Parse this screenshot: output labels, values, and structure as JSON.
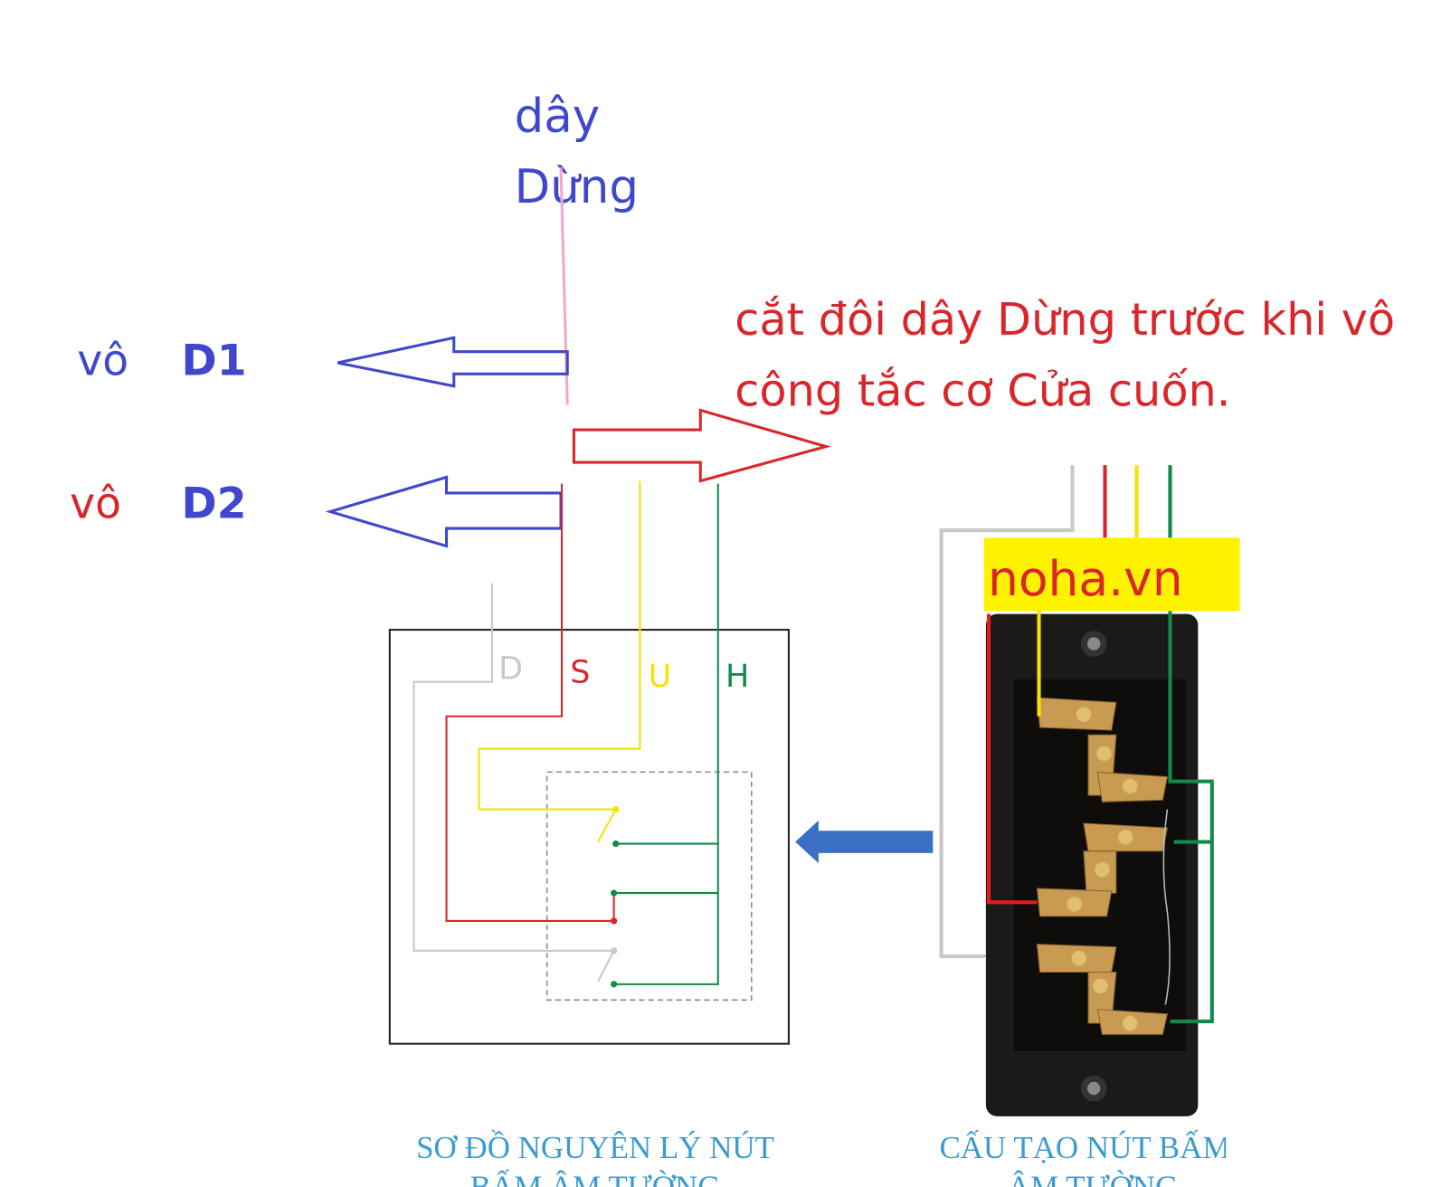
{
  "top_label": {
    "line1": "dây",
    "line2": "Dừng",
    "color": "#3f48cc"
  },
  "outputs": [
    {
      "prefix": "vô",
      "name": "D1",
      "prefix_color": "#3f48cc",
      "name_color": "#3f48cc"
    },
    {
      "prefix": "vô",
      "name": "D2",
      "prefix_color": "#d9262b",
      "name_color": "#3f48cc"
    }
  ],
  "instruction": {
    "line1": "cắt đôi dây Dừng trước khi vô",
    "line2": "công tắc cơ Cửa cuốn.",
    "color": "#d9262b"
  },
  "schematic": {
    "terminals": [
      {
        "label": "D",
        "color": "#c8c8c8"
      },
      {
        "label": "S",
        "color": "#d9262b"
      },
      {
        "label": "U",
        "color": "#f4e400"
      },
      {
        "label": "H",
        "color": "#118a4a"
      }
    ],
    "caption_line1": "SƠ ĐỒ NGUYÊN LÝ NÚT",
    "caption_line2": "BẤM ÂM TƯỜNG"
  },
  "device": {
    "watermark": "noha.vn",
    "watermark_bg": "#fff200",
    "watermark_color": "#d9262b",
    "caption_line1": "CẤU TẠO NÚT BẤM",
    "caption_line2": "ÂM TƯỜNG"
  },
  "colors": {
    "arrow_blue": "#3f48cc",
    "arrow_red": "#d9262b",
    "pointer_blue": "#3a6fc4",
    "caption": "#3b9bd1"
  }
}
